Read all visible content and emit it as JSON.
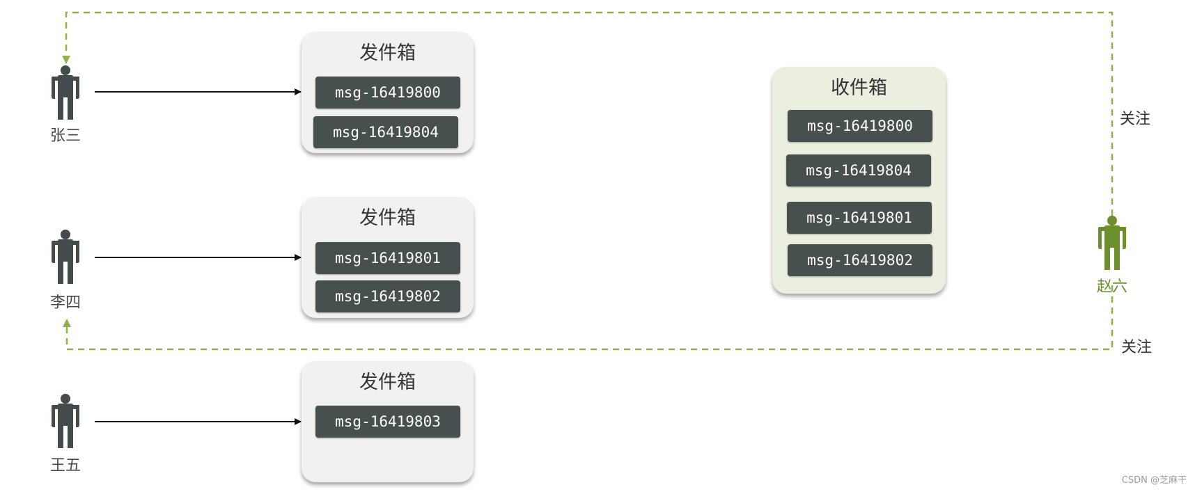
{
  "users": [
    {
      "name": "张三"
    },
    {
      "name": "李四"
    },
    {
      "name": "王五"
    }
  ],
  "follower": {
    "name": "赵六"
  },
  "outboxes": [
    {
      "title": "发件箱",
      "messages": [
        "msg-16419800",
        "msg-16419804"
      ]
    },
    {
      "title": "发件箱",
      "messages": [
        "msg-16419801",
        "msg-16419802"
      ]
    },
    {
      "title": "发件箱",
      "messages": [
        "msg-16419803"
      ]
    }
  ],
  "inbox": {
    "title": "收件箱",
    "messages": [
      "msg-16419800",
      "msg-16419804",
      "msg-16419801",
      "msg-16419802"
    ]
  },
  "follow_labels": [
    "关注",
    "关注"
  ],
  "watermark": "CSDN @芝麻干",
  "colors": {
    "person": "#434b4d",
    "follower": "#6a8f2c",
    "dashed_line": "#8db34a",
    "outbox_bg": "#f1f1f1",
    "inbox_bg": "#eaefdf",
    "message_bg": "#474f4f"
  }
}
